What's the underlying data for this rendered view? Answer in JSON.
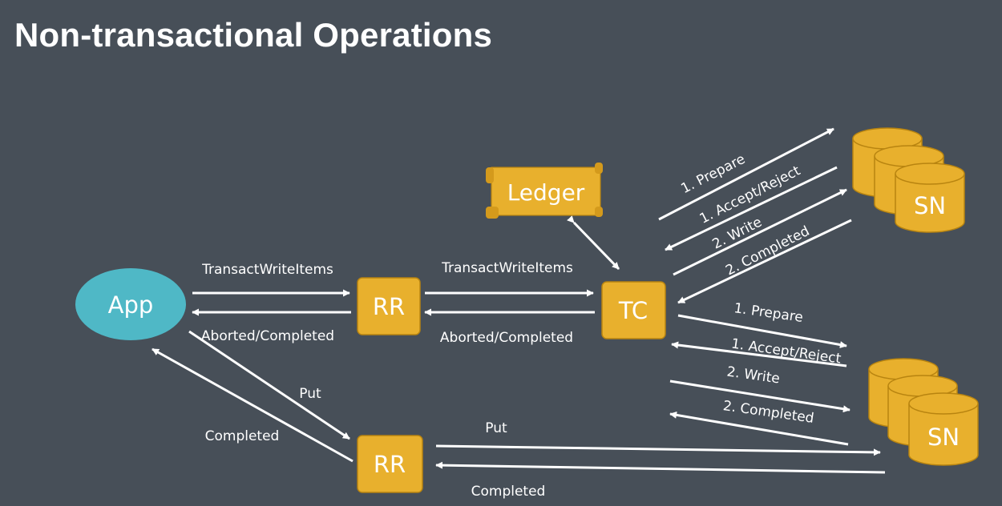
{
  "title": "Non-transactional Operations",
  "nodes": {
    "app": "App",
    "rr_top": "RR",
    "rr_bottom": "RR",
    "tc": "TC",
    "ledger": "Ledger",
    "sn_top": "SN",
    "sn_bottom": "SN"
  },
  "labels": {
    "app_rr_request": "TransactWriteItems",
    "app_rr_response": "Aborted/Completed",
    "rr_tc_request": "TransactWriteItems",
    "rr_tc_response": "Aborted/Completed",
    "app_put": "Put",
    "app_completed": "Completed",
    "rr_sn_put": "Put",
    "rr_sn_completed": "Completed",
    "top_prepare": "1. Prepare",
    "top_accept": "1. Accept/Reject",
    "top_write": "2. Write",
    "top_completed": "2. Completed",
    "bot_prepare": "1. Prepare",
    "bot_accept": "1. Accept/Reject",
    "bot_write": "2. Write",
    "bot_completed": "2. Completed"
  },
  "colors": {
    "background": "#474f58",
    "node_gold": "#e8b02d",
    "node_gold_stroke": "#b88410",
    "app_teal": "#4fb8c6",
    "arrow": "#ffffff"
  }
}
